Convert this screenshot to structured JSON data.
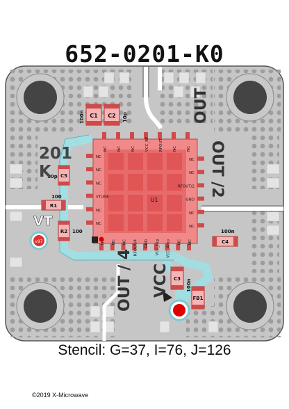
{
  "title": "652-0201-K0",
  "stencil": "Stencil: G=37, I=76, J=126",
  "copyright": "©2019 X-Microwave",
  "ic": {
    "name": "U1",
    "top_pins": [
      "NC",
      "NC",
      "NC",
      "VCC_RF",
      "RFOUT",
      "NC",
      "NC"
    ],
    "left_pins": [
      "NC",
      "NC",
      "NC",
      "VTUNE",
      "NC",
      "NC"
    ],
    "right_pins": [
      "NC",
      "NC",
      "RFOUT/2",
      "GND",
      "NC",
      "NC"
    ],
    "bottom_pins": [
      "NC",
      "NC",
      "NC",
      "RFOUT/4",
      "GND",
      "VCC_Dig",
      "VCC_Amp",
      "NC",
      "NC"
    ]
  },
  "components": {
    "c1": "C1",
    "c2": "C2",
    "c3": "C3",
    "c4": "C4",
    "c5": "C5",
    "r1": "R1",
    "r2": "R2",
    "fb1": "FB1"
  },
  "values": {
    "c1": "100n",
    "c2": "10p",
    "c3": "100n",
    "c4": "100n",
    "c5": "10p",
    "r1": "100",
    "r2": "100"
  },
  "ports": {
    "out": "OUT",
    "out2": "OUT /2",
    "out4": "OUT / 4",
    "vcc": "VCC",
    "vt": "VT",
    "test_point": "v97"
  },
  "marking": {
    "line1": "201",
    "line2": "K"
  },
  "colors": {
    "board": "#c8c8c8",
    "copper": "#ececec",
    "ic_body": "#f08a8a",
    "ic_inner": "#e86060",
    "trace": "#9fe0e6",
    "pad": "#d06060",
    "via": "#9a9a9a"
  }
}
